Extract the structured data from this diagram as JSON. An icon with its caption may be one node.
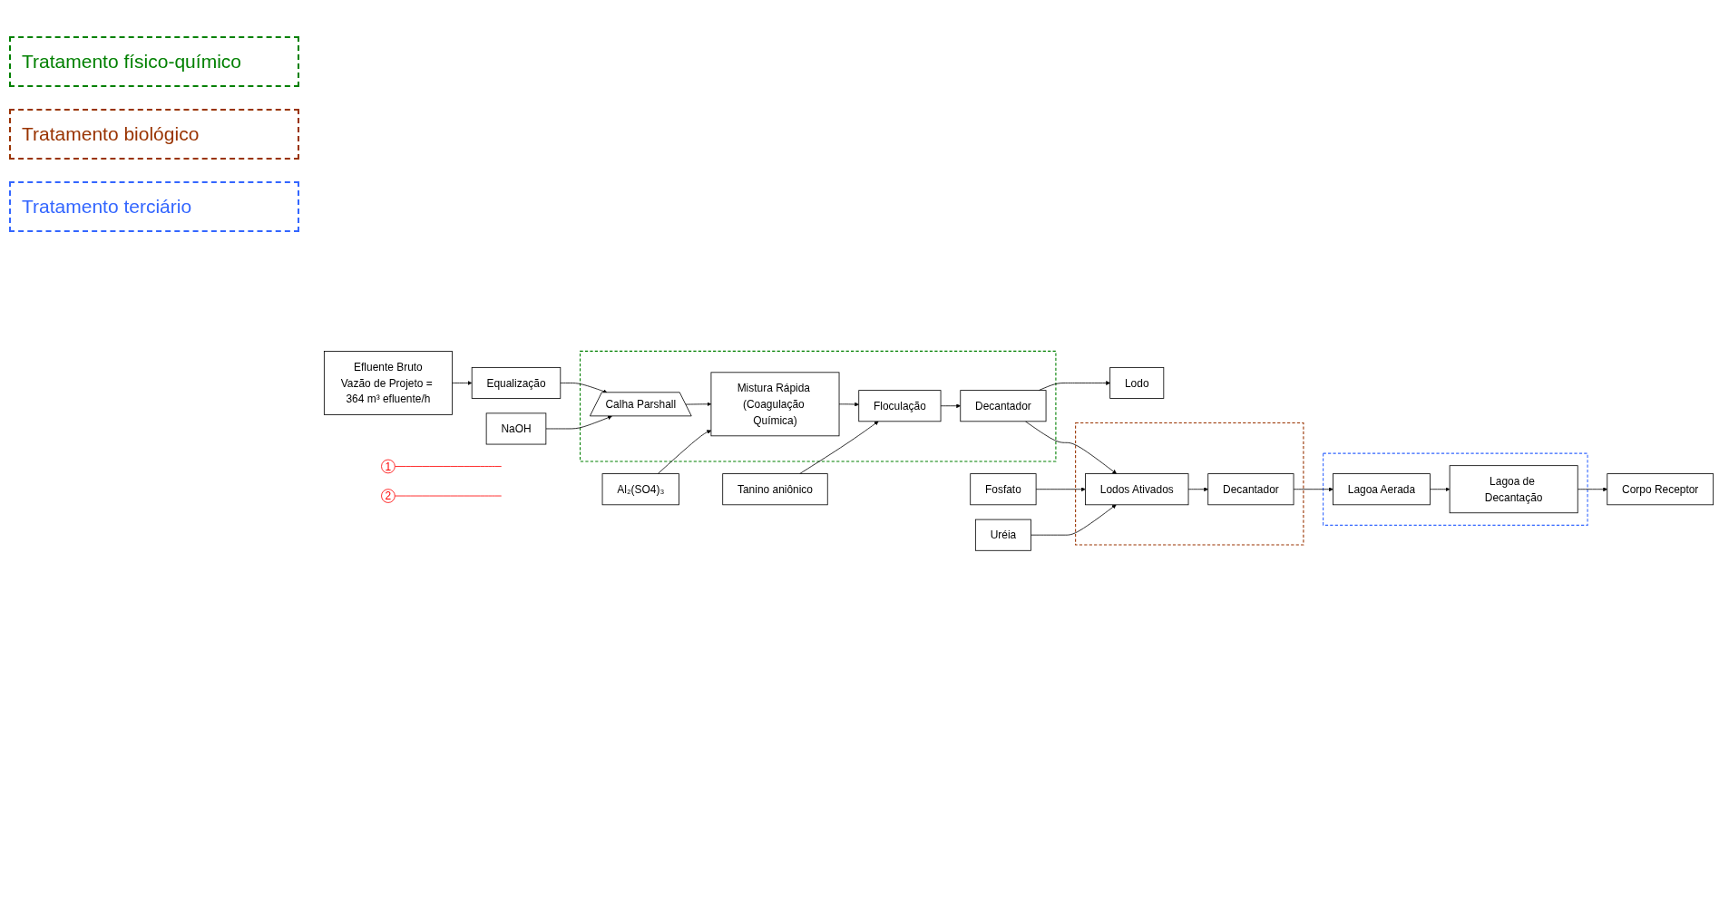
{
  "diagram": {
    "nodes": [
      {
        "text": [
          "1"
        ]
      },
      {
        "text": [
          "2"
        ]
      },
      {
        "text": [],
        "shape": "box"
      },
      {
        "text": [
          "Calha Parshall"
        ],
        "in": 2
      },
      {
        "text": [
          "Mistura Rápida (Coagulação Química)"
        ],
        "in": 2
      },
      {
        "text": [
          "Floculação"
        ],
        "in": 2
      },
      {
        "text": [
          "Decantador"
        ],
        "in": 2
      },
      {
        "text": [
          "Fosfato"
        ]
      },
      {
        "text": [
          "Uréia"
        ]
      },
      {
        "text": [
          "Equalização"
        ]
      },
      {
        "text": [
          "NaOH"
        ]
      },
      {
        "text": [
          "Al₂(SO4)₃"
        ]
      },
      {
        "text": [],
        "shape": "box"
      },
      {
        "text": [
          "Lodos Ativados"
        ],
        "in": 12
      },
      {
        "text": [
          "Decantador"
        ],
        "in": 12
      },
      {
        "text": [],
        "shape": "box"
      },
      {
        "text": [
          "Lagoa Aerada"
        ],
        "in": 15
      },
      {
        "text": [
          "Lagoa de Decantação"
        ],
        "in": 15
      },
      {
        "text": [
          "Efluente Bruto",
          "Vazão de Projeto = 364 m³ efluente/h"
        ]
      },
      {
        "text": [
          "Tanino aniônico"
        ]
      },
      {
        "text": [
          "Lodo"
        ]
      },
      {
        "text": [
          "Corpo Receptor"
        ]
      }
    ],
    "edges": [
      {
        "from": 18,
        "to": 9,
        "arrow": "to"
      },
      {
        "from": 9,
        "to": 3,
        "arrow": "to"
      },
      {
        "from": 10,
        "to": 3,
        "arrow": "to"
      },
      {
        "from": 3,
        "to": 4,
        "arrow": "to"
      },
      {
        "from": 11,
        "to": 4,
        "arrow": "to"
      },
      {
        "from": 4,
        "to": 5,
        "arrow": "to"
      },
      {
        "from": 19,
        "to": 5,
        "arrow": "to"
      },
      {
        "from": 5,
        "to": 6,
        "arrow": "to"
      },
      {
        "from": 6,
        "to": 20,
        "arrow": "to"
      },
      {
        "from": 6,
        "to": 13,
        "arrow": "to"
      },
      {
        "from": 7,
        "to": 13,
        "arrow": "to"
      },
      {
        "from": 8,
        "to": 13,
        "arrow": "to"
      },
      {
        "from": 13,
        "to": 14,
        "arrow": "to"
      },
      {
        "from": 14,
        "to": 16,
        "arrow": "to"
      },
      {
        "from": 16,
        "to": 17,
        "arrow": "to"
      },
      {
        "from": 17,
        "to": 21,
        "arrow": "to"
      },
      {
        "from": 0,
        "to": null,
        "arrow": "none",
        "color": "#ff0000"
      },
      {
        "from": 1,
        "to": null,
        "arrow": "none",
        "color": "#ff0000"
      }
    ],
    "legend": [
      {
        "text": "Tratamento físico-químico"
      },
      {
        "text": "Tratamento biológico"
      },
      {
        "text": "Tratamento terciário"
      }
    ]
  }
}
